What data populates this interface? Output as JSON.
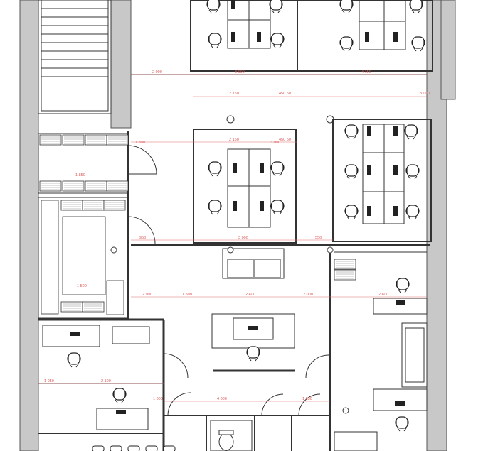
{
  "plan": {
    "dimensions": [
      {
        "id": "d1",
        "text": "2 900"
      },
      {
        "id": "d2",
        "text": "3 000"
      },
      {
        "id": "d3",
        "text": "4 150"
      },
      {
        "id": "d4",
        "text": "2 150"
      },
      {
        "id": "d5",
        "text": "450 50"
      },
      {
        "id": "d6",
        "text": "3 000"
      },
      {
        "id": "d7",
        "text": "2 150"
      },
      {
        "id": "d8",
        "text": "450 50"
      },
      {
        "id": "d9",
        "text": "3 000"
      },
      {
        "id": "d10",
        "text": "1 500"
      },
      {
        "id": "d11",
        "text": "2 400"
      },
      {
        "id": "d12",
        "text": "2 000"
      },
      {
        "id": "d13",
        "text": "2 600"
      },
      {
        "id": "d14",
        "text": "4 000"
      },
      {
        "id": "d15",
        "text": "2 100"
      },
      {
        "id": "d16",
        "text": "1 800"
      },
      {
        "id": "d17",
        "text": "1 050"
      },
      {
        "id": "d18",
        "text": "3 000"
      },
      {
        "id": "d19",
        "text": "1 050"
      },
      {
        "id": "d20",
        "text": "2 900"
      },
      {
        "id": "d21",
        "text": "1 000"
      },
      {
        "id": "d22",
        "text": "550"
      },
      {
        "id": "d23",
        "text": "950"
      },
      {
        "id": "d24",
        "text": "1 850"
      },
      {
        "id": "d25",
        "text": "1 500"
      }
    ]
  }
}
